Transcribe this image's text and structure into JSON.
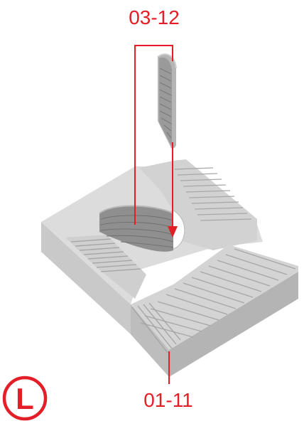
{
  "labels": {
    "top_part": "03-12",
    "bottom_part": "01-11",
    "side_badge": "L"
  },
  "colors": {
    "accent": "#e41e26",
    "part_light": "#d9d9d9",
    "part_mid": "#c4c4c4",
    "part_dark": "#9a9a9a",
    "wall_brick": "#8f8f8f"
  }
}
